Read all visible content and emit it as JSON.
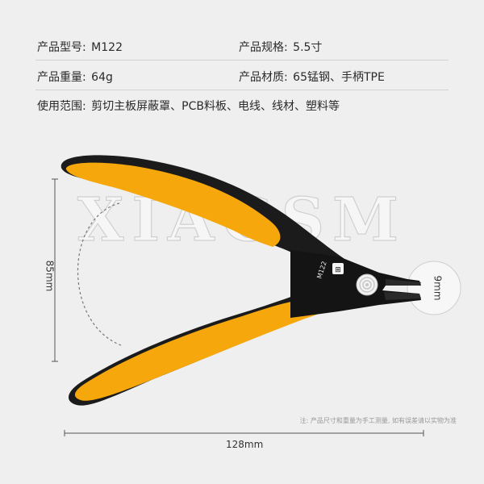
{
  "specs": {
    "model": {
      "label": "产品型号:",
      "value": "M122"
    },
    "size": {
      "label": "产品规格:",
      "value": "5.5寸"
    },
    "weight": {
      "label": "产品重量:",
      "value": "64g"
    },
    "material": {
      "label": "产品材质:",
      "value": "65锰钢、手柄TPE"
    },
    "usage": {
      "label": "使用范围:",
      "value": "剪切主板屏蔽罩、PCB料板、电线、线材、塑料等"
    }
  },
  "watermark": "XIAGSM",
  "blade_mark": "M122",
  "dimensions": {
    "height": "85mm",
    "width": "128mm",
    "jaw": "9mm"
  },
  "note": "注: 产品尺寸和重量为手工测量, 如有误差请以实物为准",
  "colors": {
    "background": "#efefef",
    "handle_yellow": "#f5a70c",
    "handle_black": "#1b1b1b",
    "metal": "#141414"
  }
}
